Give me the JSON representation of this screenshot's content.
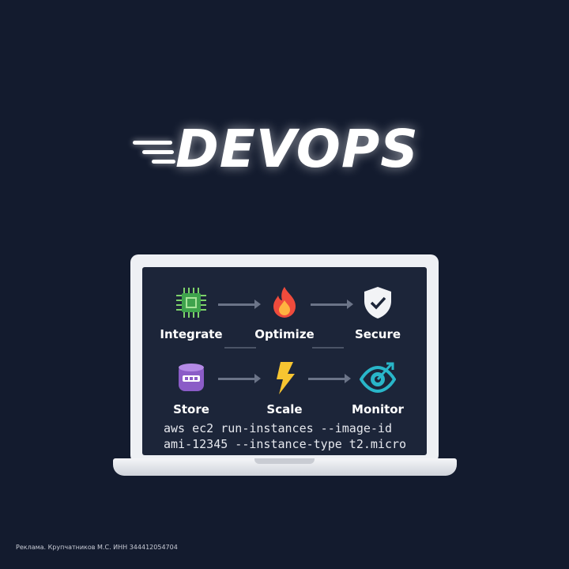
{
  "title": "DEVOPS",
  "steps": {
    "integrate": "Integrate",
    "optimize": "Optimize",
    "secure": "Secure",
    "store": "Store",
    "scale": "Scale",
    "monitor": "Monitor"
  },
  "command": {
    "line1": "aws ec2 run-instances --image-id",
    "line2": "ami-12345 --instance-type t2.micro"
  },
  "ad_text": "Реклама. Крупчатников М.С. ИНН 344412054704"
}
